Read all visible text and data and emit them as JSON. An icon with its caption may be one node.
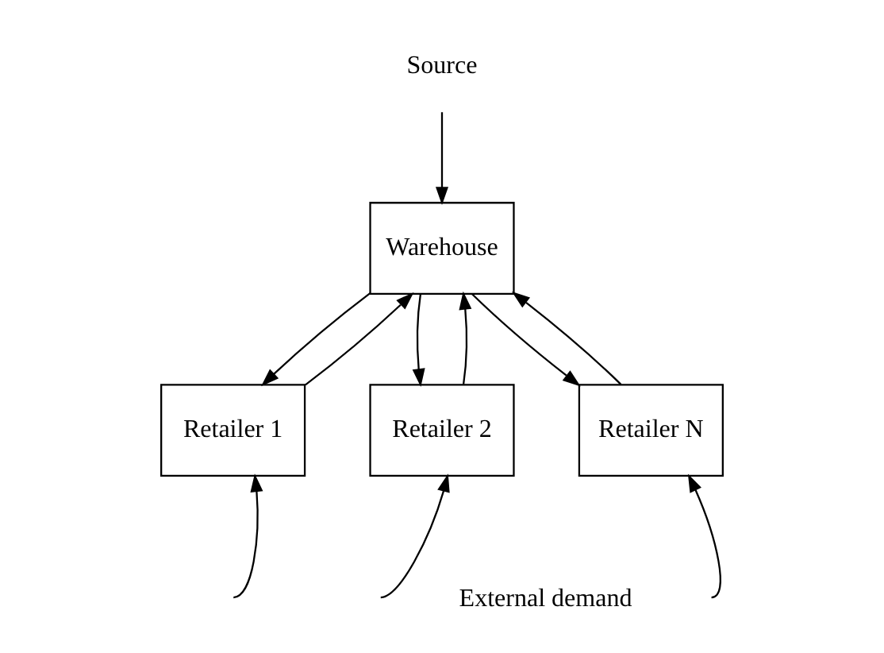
{
  "diagram": {
    "nodes": [
      {
        "text": [
          "Source"
        ]
      },
      {
        "text": [
          "Warehouse"
        ]
      },
      {
        "text": [
          "Retailer 1"
        ]
      },
      {
        "text": [
          "Retailer 2"
        ]
      },
      {
        "text": [
          "Retailer N"
        ]
      }
    ],
    "edges": [
      {
        "from": 0,
        "to": 1,
        "arrow": "to"
      },
      {
        "from": 2,
        "to": 1,
        "arrow": "to"
      },
      {
        "from": 1,
        "to": 2,
        "arrow": "to"
      },
      {
        "from": 3,
        "to": 1,
        "arrow": "to"
      },
      {
        "from": 1,
        "to": 3,
        "arrow": "to"
      },
      {
        "from": 4,
        "to": 1,
        "arrow": "to"
      },
      {
        "from": 1,
        "to": 4,
        "arrow": "to"
      },
      {
        "from": null,
        "to": 2,
        "arrow": "to"
      },
      {
        "from": null,
        "to": 3,
        "arrow": "to"
      },
      {
        "from": null,
        "to": 4,
        "arrow": "to"
      }
    ],
    "labels": [
      "External demand"
    ]
  }
}
